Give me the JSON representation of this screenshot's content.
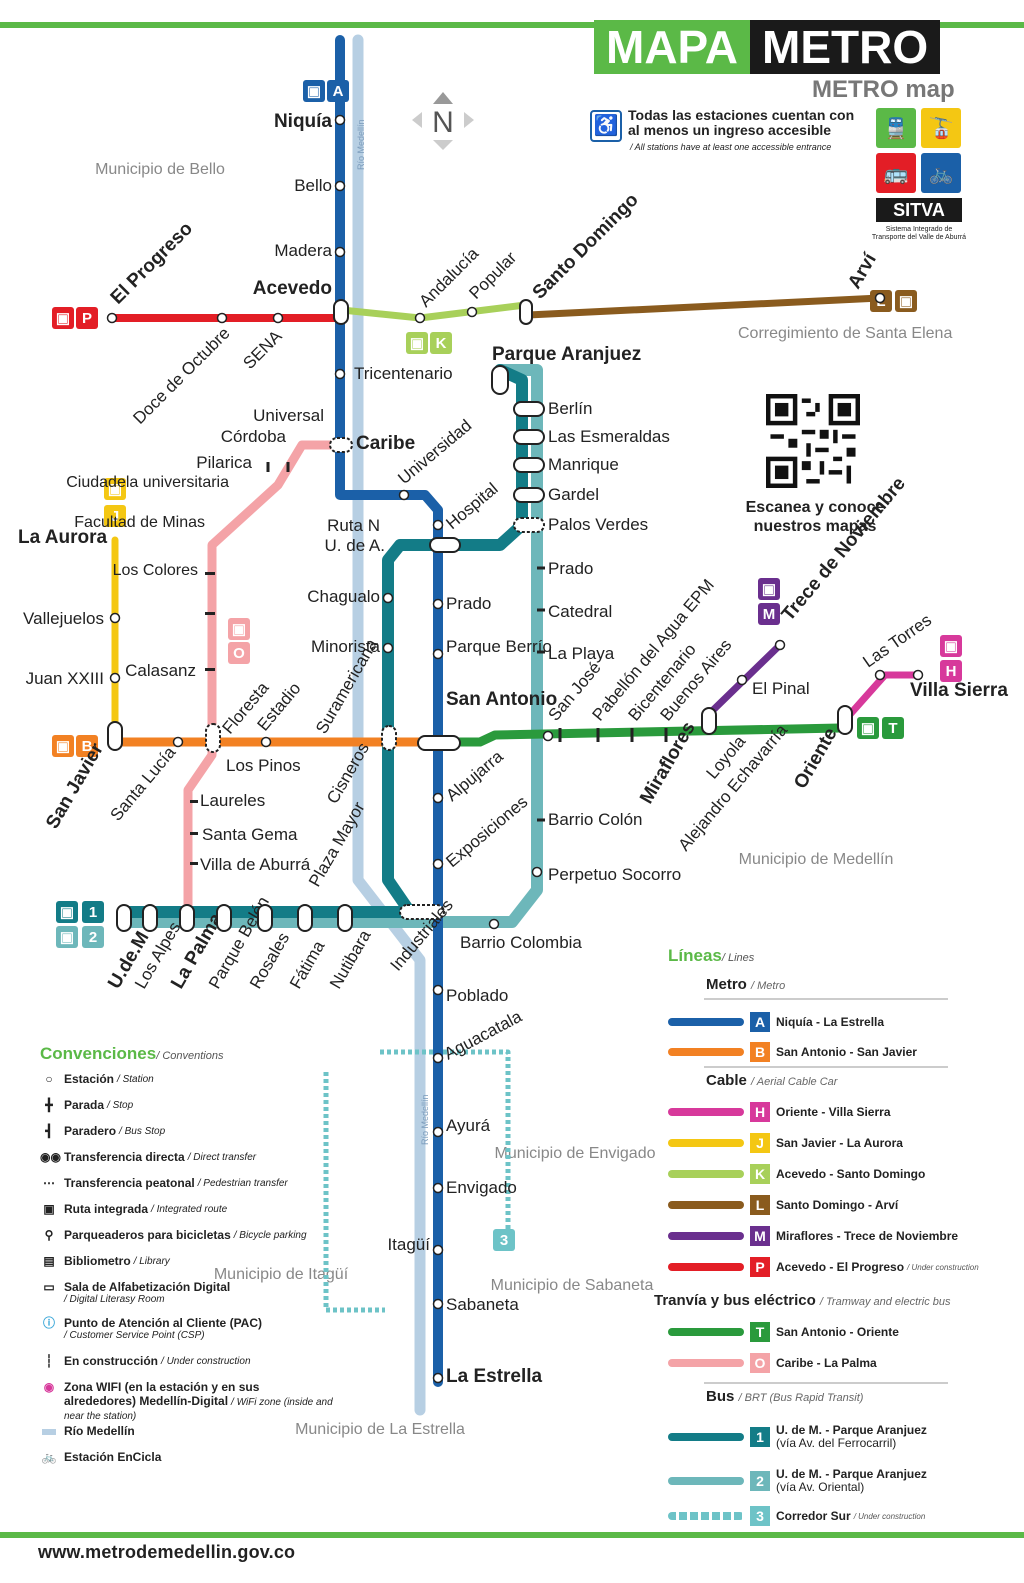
{
  "header": {
    "title_a": "MAPA",
    "title_b": "METRO",
    "subtitle": "METRO map",
    "accessibility": "Todas las estaciones cuentan con al menos un ingreso accesible",
    "accessibility_en": "/ All stations have at least one accessible entrance",
    "sitva_name": "SITVA",
    "sitva_desc": "Sistema Integrado de Transporte del Valle de Aburrá",
    "qr_caption": "Escanea y conoce nuestros mapas"
  },
  "colors": {
    "metro_A": "#1b60a8",
    "metro_B": "#f28123",
    "cable_H": "#d7399b",
    "cable_J": "#f4c713",
    "cable_K": "#a8d05a",
    "cable_L": "#8a5b1e",
    "cable_M": "#6a2f8e",
    "cable_P": "#e31e26",
    "tram_T": "#2a9a3c",
    "bus_O": "#f4a3a7",
    "bus_1": "#137c87",
    "bus_2": "#6db7ba",
    "rio": "#b7cfe3",
    "brand_green": "#5bb947"
  },
  "regions": {
    "bello": "Municipio de Bello",
    "santa_elena": "Corregimiento de Santa Elena",
    "medellin": "Municipio de Medellín",
    "envigado": "Municipio de Envigado",
    "itagui": "Municipio de Itagüí",
    "sabaneta": "Municipio de Sabaneta",
    "la_estrella": "Municipio de La Estrella",
    "rio": "Río Medellín",
    "north": "N"
  },
  "stations": {
    "niquia": "Niquía",
    "bello": "Bello",
    "madera": "Madera",
    "acevedo": "Acevedo",
    "tricentenario": "Tricentenario",
    "caribe": "Caribe",
    "universidad": "Universidad",
    "hospital": "Hospital",
    "prado_a": "Prado",
    "parque_berrio": "Parque Berrío",
    "san_antonio": "San Antonio",
    "alpujarra": "Alpujarra",
    "exposiciones": "Exposiciones",
    "industriales": "Industriales",
    "poblado": "Poblado",
    "aguacatala": "Aguacatala",
    "ayura": "Ayurá",
    "envigado": "Envigado",
    "itagui": "Itagüí",
    "sabaneta": "Sabaneta",
    "la_estrella": "La Estrella",
    "el_progreso": "El Progreso",
    "doce_octubre": "Doce de Octubre",
    "sena": "SENA",
    "andalucia": "Andalucía",
    "popular": "Popular",
    "santo_domingo": "Santo Domingo",
    "arvi": "Arví",
    "parque_aranjuez": "Parque Aranjuez",
    "berlin": "Berlín",
    "las_esmeraldas": "Las Esmeraldas",
    "manrique": "Manrique",
    "gardel": "Gardel",
    "palos_verdes": "Palos Verdes",
    "prado_2": "Prado",
    "catedral": "Catedral",
    "la_playa": "La Playa",
    "barrio_colon": "Barrio Colón",
    "perpetuo_socorro": "Perpetuo Socorro",
    "barrio_colombia": "Barrio Colombia",
    "ruta_n": "Ruta N",
    "u_de_a": "U. de A.",
    "chagualo": "Chagualo",
    "minorista": "Minorista",
    "suramericana": "Suramericana",
    "cisneros": "Cisneros",
    "plaza_mayor": "Plaza Mayor",
    "universal": "Universal",
    "cordoba": "Córdoba",
    "pilarica": "Pilarica",
    "ciudadela": "Ciudadela universitaria",
    "facultad": "Facultad de Minas",
    "los_colores": "Los Colores",
    "calasanz": "Calasanz",
    "floresta": "Floresta",
    "estadio": "Estadio",
    "los_pinos": "Los Pinos",
    "laureles": "Laureles",
    "santa_gema": "Santa Gema",
    "villa_aburra": "Villa de Aburrá",
    "la_aurora": "La Aurora",
    "vallejuelos": "Vallejuelos",
    "juan_xxiii": "Juan XXIII",
    "san_javier": "San Javier",
    "santa_lucia": "Santa Lucía",
    "u_de_m": "U.de.M",
    "los_alpes": "Los Alpes",
    "la_palma": "La Palma",
    "parque_belen": "Parque Belén",
    "rosales": "Rosales",
    "fatima": "Fátima",
    "nutibara": "Nutibara",
    "san_jose": "San José",
    "pabellon": "Pabellón del Agua EPM",
    "bicentenario": "Bicentenario",
    "buenos_aires": "Buenos Aires",
    "miraflores": "Miraflores",
    "loyola": "Loyola",
    "alejandro": "Alejandro Echavarría",
    "oriente": "Oriente",
    "el_pinal": "El Pinal",
    "trece_nov": "Trece de Noviembre",
    "las_torres": "Las Torres",
    "villa_sierra": "Villa Sierra"
  },
  "conventions": {
    "title": "Convenciones",
    "title_en": "/ Conventions",
    "items": [
      {
        "label": "Estación",
        "en": "/ Station"
      },
      {
        "label": "Parada",
        "en": "/ Stop"
      },
      {
        "label": "Paradero",
        "en": "/ Bus Stop"
      },
      {
        "label": "Transferencia directa",
        "en": "/ Direct transfer"
      },
      {
        "label": "Transferencia peatonal",
        "en": "/ Pedestrian transfer"
      },
      {
        "label": "Ruta integrada",
        "en": "/ Integrated route"
      },
      {
        "label": "Parqueaderos para bicicletas",
        "en": "/ Bicycle parking"
      },
      {
        "label": "Bibliometro",
        "en": "/ Library"
      },
      {
        "label": "Sala de Alfabetización Digital",
        "en": "/ Digital Literasy Room"
      },
      {
        "label": "Punto de Atención al Cliente (PAC)",
        "en": "/ Customer Service Point (CSP)"
      },
      {
        "label": "En construcción",
        "en": "/ Under construction"
      },
      {
        "label": "Zona WIFI (en la estación y en sus alrededores) Medellín-Digital",
        "en": "/ WiFi zone (inside and near the station)"
      },
      {
        "label": "Río Medellín",
        "en": ""
      },
      {
        "label": "Estación EnCicla",
        "en": ""
      }
    ]
  },
  "legend": {
    "title": "Líneas",
    "title_en": "/ Lines",
    "metro": "Metro",
    "metro_en": "/ Metro",
    "cable": "Cable",
    "cable_en": "/ Aerial Cable Car",
    "tram": "Tranvía y bus eléctrico",
    "tram_en": "/ Tramway and electric bus",
    "bus": "Bus",
    "bus_en": "/ BRT (Bus Rapid Transit)",
    "under_construction": "/ Under construction",
    "rows": [
      {
        "code": "A",
        "label": "Niquía - La Estrella"
      },
      {
        "code": "B",
        "label": "San Antonio - San Javier"
      },
      {
        "code": "H",
        "label": "Oriente - Villa Sierra"
      },
      {
        "code": "J",
        "label": "San Javier - La Aurora"
      },
      {
        "code": "K",
        "label": "Acevedo - Santo Domingo"
      },
      {
        "code": "L",
        "label": "Santo Domingo - Arví"
      },
      {
        "code": "M",
        "label": "Miraflores - Trece de Noviembre"
      },
      {
        "code": "P",
        "label": "Acevedo - El Progreso"
      },
      {
        "code": "T",
        "label": "San Antonio - Oriente"
      },
      {
        "code": "O",
        "label": "Caribe - La Palma"
      },
      {
        "code": "1",
        "label": "U. de M. - Parque Aranjuez",
        "sub": "(vía Av. del Ferrocarril)"
      },
      {
        "code": "2",
        "label": "U. de M. - Parque Aranjuez",
        "sub": "(vía Av. Oriental)"
      },
      {
        "code": "3",
        "label": "Corredor Sur"
      }
    ]
  },
  "footer": {
    "url": "www.metrodemedellin.gov.co"
  }
}
